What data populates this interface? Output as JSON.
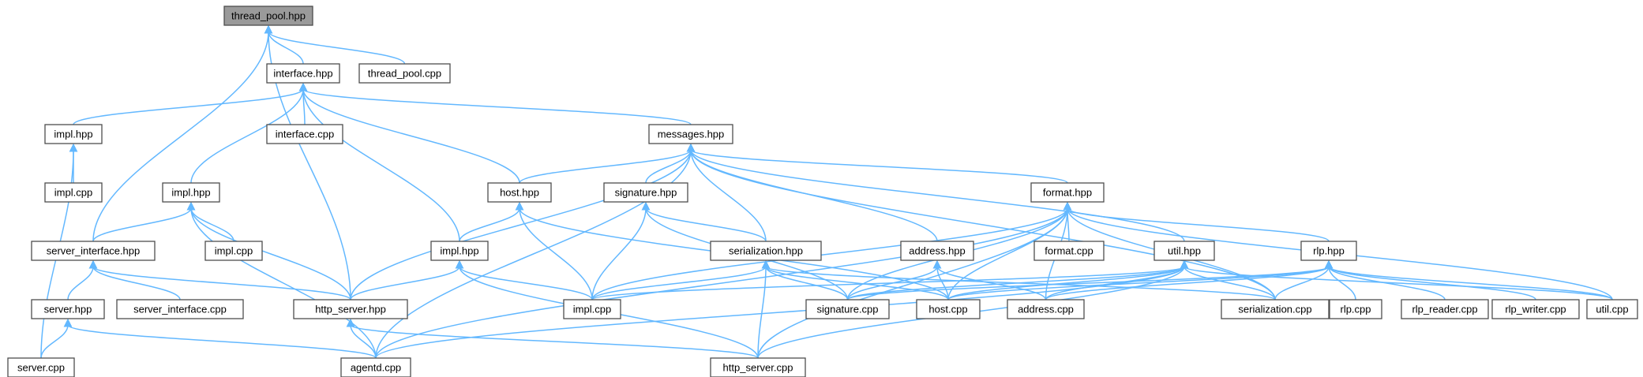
{
  "diagram": {
    "type": "include-dependency-graph",
    "edge_color": "#63b8ff",
    "node_border_color": "#4d4d4d",
    "root_fill": "#9a9a9a",
    "nodes": [
      {
        "id": "n_thread_pool_hpp",
        "label": "thread_pool.hpp",
        "root": true
      },
      {
        "id": "n_interface_hpp",
        "label": "interface.hpp"
      },
      {
        "id": "n_thread_pool_cpp",
        "label": "thread_pool.cpp"
      },
      {
        "id": "n_impl_hpp_a",
        "label": "impl.hpp"
      },
      {
        "id": "n_interface_cpp",
        "label": "interface.cpp"
      },
      {
        "id": "n_messages_hpp",
        "label": "messages.hpp"
      },
      {
        "id": "n_impl_cpp_a",
        "label": "impl.cpp"
      },
      {
        "id": "n_impl_hpp_b",
        "label": "impl.hpp"
      },
      {
        "id": "n_host_hpp",
        "label": "host.hpp"
      },
      {
        "id": "n_signature_hpp",
        "label": "signature.hpp"
      },
      {
        "id": "n_format_hpp",
        "label": "format.hpp"
      },
      {
        "id": "n_server_interface_hpp",
        "label": "server_interface.hpp"
      },
      {
        "id": "n_impl_cpp_b",
        "label": "impl.cpp"
      },
      {
        "id": "n_impl_hpp_c",
        "label": "impl.hpp"
      },
      {
        "id": "n_serialization_hpp",
        "label": "serialization.hpp"
      },
      {
        "id": "n_address_hpp",
        "label": "address.hpp"
      },
      {
        "id": "n_format_cpp",
        "label": "format.cpp"
      },
      {
        "id": "n_util_hpp",
        "label": "util.hpp"
      },
      {
        "id": "n_rlp_hpp",
        "label": "rlp.hpp"
      },
      {
        "id": "n_server_hpp",
        "label": "server.hpp"
      },
      {
        "id": "n_server_interface_cpp",
        "label": "server_interface.cpp"
      },
      {
        "id": "n_http_server_hpp",
        "label": "http_server.hpp"
      },
      {
        "id": "n_impl_cpp_c",
        "label": "impl.cpp"
      },
      {
        "id": "n_signature_cpp",
        "label": "signature.cpp"
      },
      {
        "id": "n_host_cpp",
        "label": "host.cpp"
      },
      {
        "id": "n_address_cpp",
        "label": "address.cpp"
      },
      {
        "id": "n_serialization_cpp",
        "label": "serialization.cpp"
      },
      {
        "id": "n_rlp_cpp",
        "label": "rlp.cpp"
      },
      {
        "id": "n_rlp_reader_cpp",
        "label": "rlp_reader.cpp"
      },
      {
        "id": "n_rlp_writer_cpp",
        "label": "rlp_writer.cpp"
      },
      {
        "id": "n_util_cpp",
        "label": "util.cpp"
      },
      {
        "id": "n_server_cpp",
        "label": "server.cpp"
      },
      {
        "id": "n_agentd_cpp",
        "label": "agentd.cpp"
      },
      {
        "id": "n_http_server_cpp",
        "label": "http_server.cpp"
      }
    ],
    "edges": [
      [
        "n_thread_pool_hpp",
        "n_interface_hpp"
      ],
      [
        "n_thread_pool_hpp",
        "n_thread_pool_cpp"
      ],
      [
        "n_thread_pool_hpp",
        "n_server_interface_hpp"
      ],
      [
        "n_thread_pool_hpp",
        "n_http_server_hpp"
      ],
      [
        "n_interface_hpp",
        "n_impl_hpp_a"
      ],
      [
        "n_interface_hpp",
        "n_interface_cpp"
      ],
      [
        "n_interface_hpp",
        "n_messages_hpp"
      ],
      [
        "n_interface_hpp",
        "n_impl_hpp_b"
      ],
      [
        "n_interface_hpp",
        "n_host_hpp"
      ],
      [
        "n_interface_hpp",
        "n_impl_hpp_c"
      ],
      [
        "n_impl_hpp_a",
        "n_impl_cpp_a"
      ],
      [
        "n_impl_hpp_a",
        "n_server_cpp"
      ],
      [
        "n_messages_hpp",
        "n_host_hpp"
      ],
      [
        "n_messages_hpp",
        "n_signature_hpp"
      ],
      [
        "n_messages_hpp",
        "n_format_hpp"
      ],
      [
        "n_messages_hpp",
        "n_serialization_hpp"
      ],
      [
        "n_messages_hpp",
        "n_address_hpp"
      ],
      [
        "n_messages_hpp",
        "n_util_hpp"
      ],
      [
        "n_messages_hpp",
        "n_http_server_hpp"
      ],
      [
        "n_messages_hpp",
        "n_agentd_cpp"
      ],
      [
        "n_messages_hpp",
        "n_serialization_cpp"
      ],
      [
        "n_impl_hpp_b",
        "n_server_interface_hpp"
      ],
      [
        "n_impl_hpp_b",
        "n_impl_cpp_b"
      ],
      [
        "n_impl_hpp_b",
        "n_http_server_hpp"
      ],
      [
        "n_impl_hpp_b",
        "n_agentd_cpp"
      ],
      [
        "n_host_hpp",
        "n_impl_hpp_c"
      ],
      [
        "n_host_hpp",
        "n_impl_cpp_c"
      ],
      [
        "n_host_hpp",
        "n_host_cpp"
      ],
      [
        "n_signature_hpp",
        "n_impl_cpp_c"
      ],
      [
        "n_signature_hpp",
        "n_serialization_hpp"
      ],
      [
        "n_signature_hpp",
        "n_signature_cpp"
      ],
      [
        "n_format_hpp",
        "n_format_cpp"
      ],
      [
        "n_format_hpp",
        "n_impl_cpp_c"
      ],
      [
        "n_format_hpp",
        "n_signature_cpp"
      ],
      [
        "n_format_hpp",
        "n_host_cpp"
      ],
      [
        "n_format_hpp",
        "n_address_cpp"
      ],
      [
        "n_format_hpp",
        "n_serialization_cpp"
      ],
      [
        "n_format_hpp",
        "n_rlp_hpp"
      ],
      [
        "n_format_hpp",
        "n_util_cpp"
      ],
      [
        "n_format_hpp",
        "n_agentd_cpp"
      ],
      [
        "n_format_hpp",
        "n_http_server_cpp"
      ],
      [
        "n_server_interface_hpp",
        "n_server_hpp"
      ],
      [
        "n_server_interface_hpp",
        "n_server_interface_cpp"
      ],
      [
        "n_server_interface_hpp",
        "n_http_server_hpp"
      ],
      [
        "n_impl_hpp_c",
        "n_http_server_hpp"
      ],
      [
        "n_impl_hpp_c",
        "n_impl_cpp_c"
      ],
      [
        "n_impl_hpp_c",
        "n_http_server_cpp"
      ],
      [
        "n_serialization_hpp",
        "n_impl_cpp_c"
      ],
      [
        "n_serialization_hpp",
        "n_signature_cpp"
      ],
      [
        "n_serialization_hpp",
        "n_host_cpp"
      ],
      [
        "n_serialization_hpp",
        "n_serialization_cpp"
      ],
      [
        "n_serialization_hpp",
        "n_http_server_cpp"
      ],
      [
        "n_address_hpp",
        "n_signature_cpp"
      ],
      [
        "n_address_hpp",
        "n_host_cpp"
      ],
      [
        "n_address_hpp",
        "n_address_cpp"
      ],
      [
        "n_util_hpp",
        "n_impl_cpp_c"
      ],
      [
        "n_util_hpp",
        "n_signature_cpp"
      ],
      [
        "n_util_hpp",
        "n_host_cpp"
      ],
      [
        "n_util_hpp",
        "n_address_cpp"
      ],
      [
        "n_util_hpp",
        "n_serialization_cpp"
      ],
      [
        "n_util_hpp",
        "n_util_cpp"
      ],
      [
        "n_util_hpp",
        "n_agentd_cpp"
      ],
      [
        "n_util_hpp",
        "n_http_server_cpp"
      ],
      [
        "n_rlp_hpp",
        "n_signature_cpp"
      ],
      [
        "n_rlp_hpp",
        "n_host_cpp"
      ],
      [
        "n_rlp_hpp",
        "n_address_cpp"
      ],
      [
        "n_rlp_hpp",
        "n_serialization_cpp"
      ],
      [
        "n_rlp_hpp",
        "n_rlp_cpp"
      ],
      [
        "n_rlp_hpp",
        "n_rlp_reader_cpp"
      ],
      [
        "n_rlp_hpp",
        "n_rlp_writer_cpp"
      ],
      [
        "n_rlp_hpp",
        "n_util_cpp"
      ],
      [
        "n_server_hpp",
        "n_server_cpp"
      ],
      [
        "n_server_hpp",
        "n_agentd_cpp"
      ],
      [
        "n_http_server_hpp",
        "n_agentd_cpp"
      ],
      [
        "n_http_server_hpp",
        "n_http_server_cpp"
      ]
    ]
  }
}
